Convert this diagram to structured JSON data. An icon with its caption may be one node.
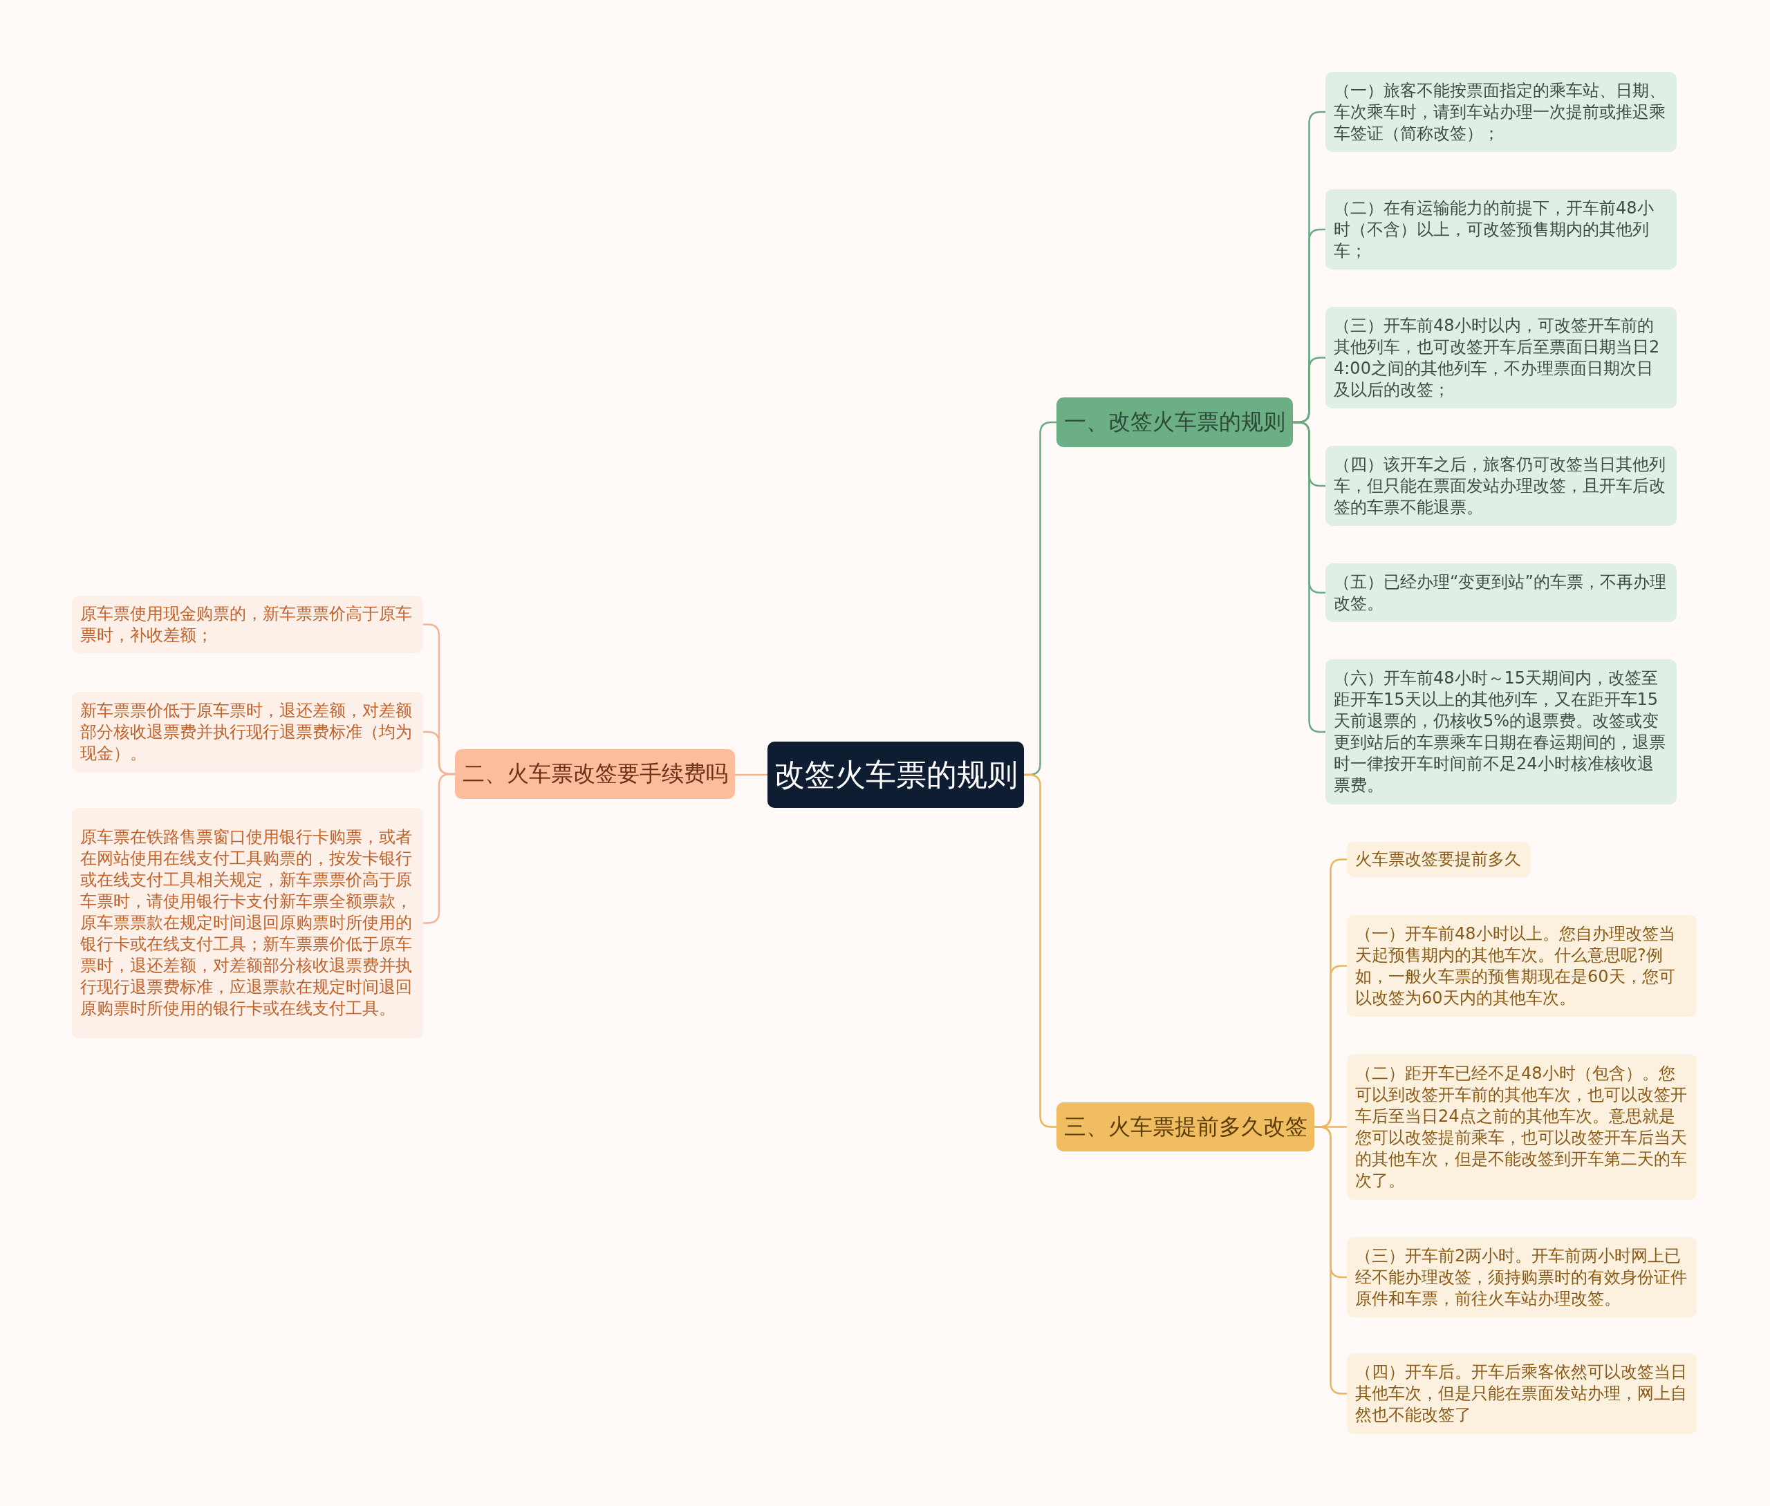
{
  "diagram": {
    "nodes": [
      {
        "text": [
          "改签火车票的规则"
        ]
      },
      {
        "text": [
          "一、改签火车票的规则"
        ]
      },
      {
        "text": [
          "（一）旅客不能按票面指定的乘车站、日期、车次乘车时，请到车站办理一次提前或推迟乘车签证（简称改签）；"
        ]
      },
      {
        "text": [
          "（二）在有运输能力的前提下，开车前48小时（不含）以上，可改签预售期内的其他列车；"
        ]
      },
      {
        "text": [
          "（三）开车前48小时以内，可改签开车前的其他列车，也可改签开车后至票面日期当日24:00之间的其他列车，不办理票面日期次日及以后的改签；"
        ]
      },
      {
        "text": [
          "（四）该开车之后，旅客仍可改签当日其他列车，但只能在票面发站办理改签，且开车后改签的车票不能退票。"
        ]
      },
      {
        "text": [
          "（五）已经办理“变更到站”的车票，不再办理改签。"
        ]
      },
      {
        "text": [
          "（六）开车前48小时～15天期间内，改签至距开车15天以上的其他列车，又在距开车15天前退票的，仍核收5%的退票费。改签或变更到站后的车票乘车日期在春运期间的，退票时一律按开车时间前不足24小时核准核收退票费。"
        ]
      },
      {
        "text": [
          "二、火车票改签要手续费吗"
        ]
      },
      {
        "text": [
          "原车票使用现金购票的，新车票票价高于原车票时，补收差额；"
        ]
      },
      {
        "text": [
          "新车票票价低于原车票时，退还差额，对差额部分核收退票费并执行现行退票费标准（均为现金）。"
        ]
      },
      {
        "text": [
          "原车票在铁路售票窗口使用银行卡购票，或者在网站使用在线支付工具购票的，按发卡银行或在线支付工具相关规定，新车票票价高于原车票时，请使用银行卡支付新车票全额票款，原车票票款在规定时间退回原购票时所使用的银行卡或在线支付工具；新车票票价低于原车票时，退还差额，对差额部分核收退票费并执行现行退票费标准，应退票款在规定时间退回原购票时所使用的银行卡或在线支付工具。"
        ]
      },
      {
        "text": [
          "三、火车票提前多久改签"
        ]
      },
      {
        "text": [
          "火车票改签要提前多久"
        ]
      },
      {
        "text": [
          "（一）开车前48小时以上。您自办理改签当天起预售期内的其他车次。什么意思呢?例如，一般火车票的预售期现在是60天，您可以改签为60天内的其他车次。"
        ]
      },
      {
        "text": [
          "（二）距开车已经不足48小时（包含）。您可以到改签开车前的其他车次，也可以改签开车后至当日24点之前的其他车次。意思就是您可以改签提前乘车，也可以改签开车后当天的其他车次，但是不能改签到开车第二天的车次了。"
        ]
      },
      {
        "text": [
          "（三）开车前2两小时。开车前两小时网上已经不能办理改签，须持购票时的有效身份证件原件和车票，前往火车站办理改签。"
        ]
      },
      {
        "text": [
          "（四）开车后。开车后乘客依然可以改签当日其他车次，但是只能在票面发站办理，网上自然也不能改签了"
        ]
      }
    ],
    "edges": [
      {
        "from": 0,
        "to": 1,
        "arrow": "none",
        "color": "#6aa984"
      },
      {
        "from": 1,
        "to": 2,
        "arrow": "none",
        "color": "#6aa984"
      },
      {
        "from": 1,
        "to": 3,
        "arrow": "none",
        "color": "#6aa984"
      },
      {
        "from": 1,
        "to": 4,
        "arrow": "none",
        "color": "#6aa984"
      },
      {
        "from": 1,
        "to": 5,
        "arrow": "none",
        "color": "#6aa984"
      },
      {
        "from": 1,
        "to": 6,
        "arrow": "none",
        "color": "#6aa984"
      },
      {
        "from": 1,
        "to": 7,
        "arrow": "none",
        "color": "#6aa984"
      },
      {
        "from": 0,
        "to": 8,
        "arrow": "none",
        "color": "#f4b393"
      },
      {
        "from": 8,
        "to": 9,
        "arrow": "none",
        "color": "#f4b393"
      },
      {
        "from": 8,
        "to": 10,
        "arrow": "none",
        "color": "#f4b393"
      },
      {
        "from": 8,
        "to": 11,
        "arrow": "none",
        "color": "#f4b393"
      },
      {
        "from": 0,
        "to": 12,
        "arrow": "none",
        "color": "#e8b75c"
      },
      {
        "from": 12,
        "to": 13,
        "arrow": "none",
        "color": "#e8b75c"
      },
      {
        "from": 12,
        "to": 14,
        "arrow": "none",
        "color": "#e8b75c"
      },
      {
        "from": 12,
        "to": 15,
        "arrow": "none",
        "color": "#e8b75c"
      },
      {
        "from": 12,
        "to": 16,
        "arrow": "none",
        "color": "#e8b75c"
      },
      {
        "from": 12,
        "to": 17,
        "arrow": "none",
        "color": "#e8b75c"
      }
    ]
  }
}
